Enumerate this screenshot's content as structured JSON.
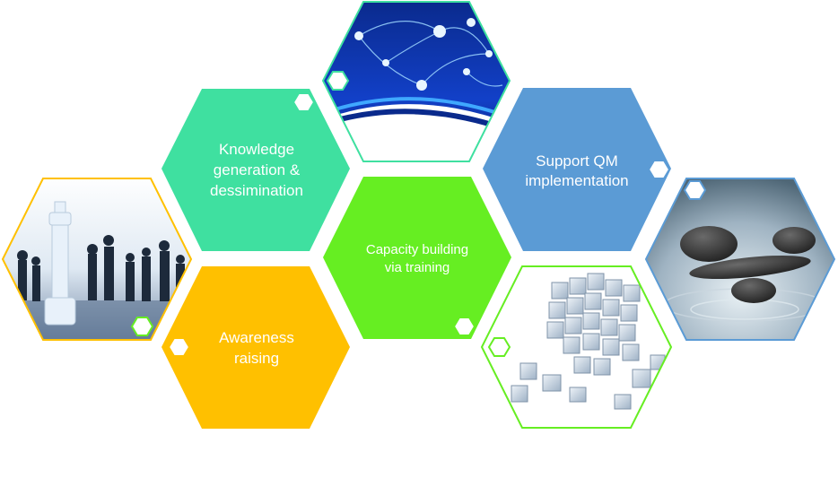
{
  "hexagons": {
    "knowledge": {
      "label_lines": [
        "Knowledge",
        "generation &",
        "dessimination"
      ],
      "color": "#3FE0A0"
    },
    "capacity": {
      "label_lines": [
        "Capacity building",
        "via training"
      ],
      "color": "#66EE22"
    },
    "support": {
      "label_lines": [
        "Support QM",
        "implementation"
      ],
      "color": "#5B9BD5"
    },
    "awareness": {
      "label_lines": [
        "Awareness",
        "raising"
      ],
      "color": "#FFC000"
    }
  },
  "image_tiles": {
    "chess": {
      "icon": "chess-pieces-image",
      "border": "#FFC000"
    },
    "network": {
      "icon": "globe-network-image",
      "border": "#3FE0A0"
    },
    "cubes": {
      "icon": "cubes-image",
      "border": "#66EE22"
    },
    "stones": {
      "icon": "balanced-stones-image",
      "border": "#5B9BD5"
    }
  }
}
